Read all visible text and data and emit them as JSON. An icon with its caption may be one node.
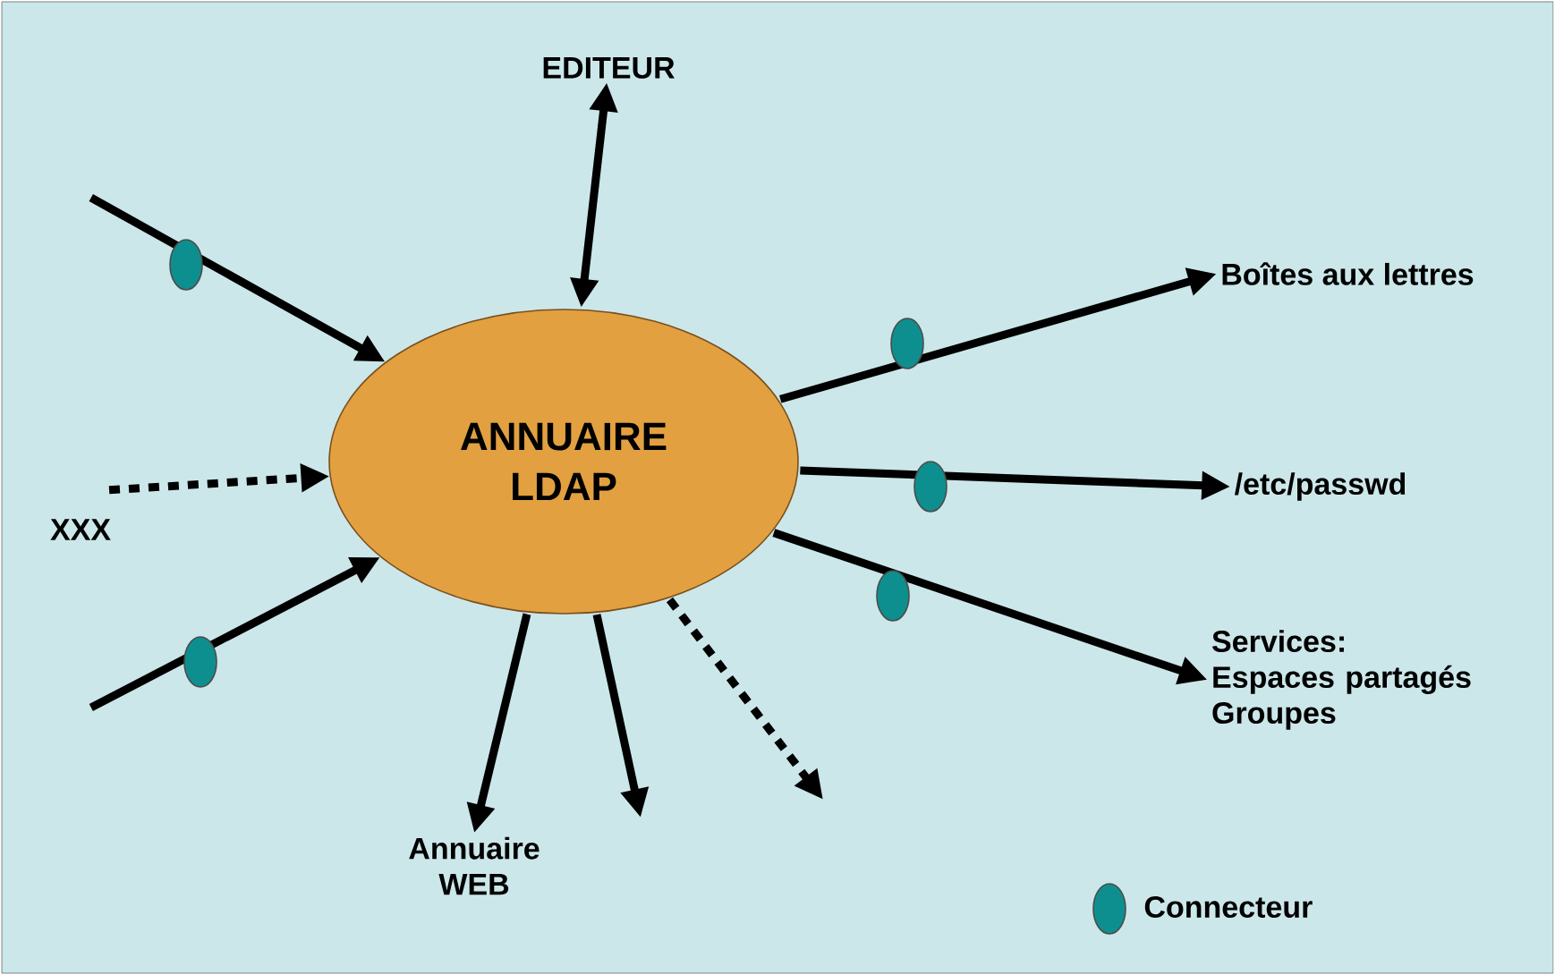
{
  "diagram": {
    "nodes": [
      {
        "text": [
          "ANNUAIRE LDAP"
        ]
      },
      {
        "text": [
          "EDITEUR"
        ]
      },
      {
        "text": [
          "XXX"
        ]
      },
      {
        "text": [
          "Annuaire WEB"
        ]
      },
      {
        "text": [
          "Boîtes aux lettres"
        ]
      },
      {
        "text": [
          "/etc/passwd"
        ]
      },
      {
        "text": [
          "Services: Espaces partagés Groupes"
        ]
      }
    ],
    "edges": [
      {
        "from": null,
        "to": 0,
        "arrow": "to"
      },
      {
        "from": 0,
        "to": 1,
        "arrow": "both"
      },
      {
        "from": 2,
        "to": 0,
        "arrow": "to",
        "style": "dashed"
      },
      {
        "from": null,
        "to": 0,
        "arrow": "to"
      },
      {
        "from": 0,
        "to": 3,
        "arrow": "to"
      },
      {
        "from": 0,
        "to": null,
        "arrow": "to"
      },
      {
        "from": 0,
        "to": null,
        "arrow": "to",
        "style": "dashed"
      },
      {
        "from": 0,
        "to": 4,
        "arrow": "to"
      },
      {
        "from": 0,
        "to": 5,
        "arrow": "to"
      },
      {
        "from": 0,
        "to": 6,
        "arrow": "to"
      }
    ],
    "legend": [
      {
        "text": "Connecteur",
        "color": "#0e8f8f"
      }
    ]
  }
}
